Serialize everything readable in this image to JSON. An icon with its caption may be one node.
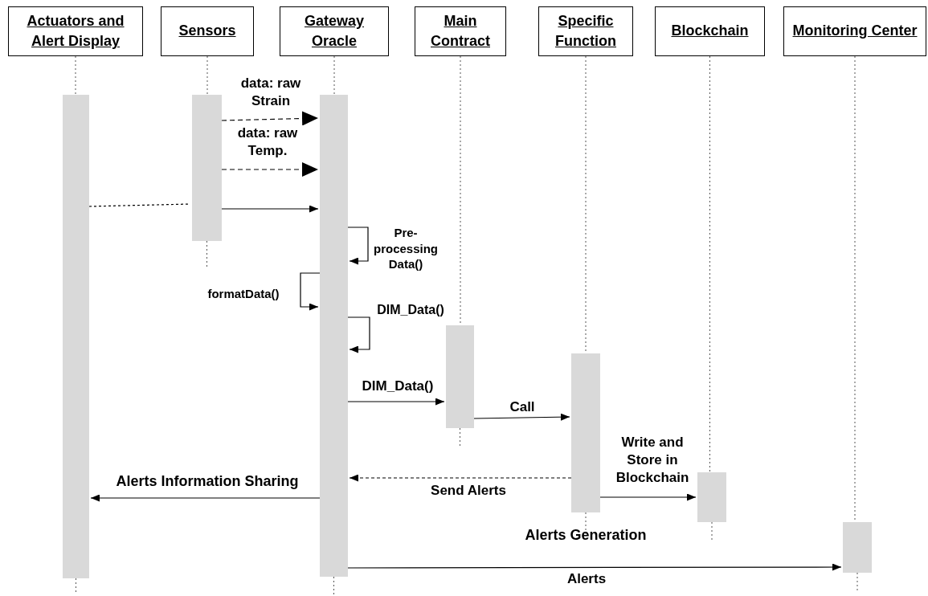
{
  "diagram": {
    "nodes": [
      {
        "text": [
          "Actuators and Alert Display"
        ]
      },
      {
        "text": [
          "Sensors"
        ]
      },
      {
        "text": [
          "Gateway Oracle"
        ]
      },
      {
        "text": [
          "Main Contract"
        ]
      },
      {
        "text": [
          "Specific Function"
        ]
      },
      {
        "text": [
          "Blockchain"
        ]
      },
      {
        "text": [
          "Monitoring Center"
        ]
      },
      {
        "text": [],
        "shape": "bar"
      },
      {
        "text": [],
        "shape": "bar"
      },
      {
        "text": [],
        "shape": "bar"
      },
      {
        "text": [],
        "shape": "bar"
      },
      {
        "text": [],
        "shape": "bar",
        "beside": [
          "Alerts Generation"
        ]
      },
      {
        "text": [],
        "shape": "bar"
      },
      {
        "text": [],
        "shape": "bar"
      }
    ],
    "edges": [
      {
        "from": 8,
        "to": 9,
        "arrow": "to",
        "label": "data: raw Strain",
        "style": "dashed"
      },
      {
        "from": 8,
        "to": 9,
        "arrow": "to",
        "label": "data: raw Temp.",
        "style": "dashed"
      },
      {
        "from": 7,
        "to": 8,
        "arrow": "none",
        "style": "dashed"
      },
      {
        "from": 8,
        "to": 9,
        "arrow": "to"
      },
      {
        "from": 9,
        "to": 9,
        "arrow": "to",
        "label": "Pre-processing Data()"
      },
      {
        "from": 9,
        "to": 9,
        "arrow": "to",
        "label": "formatData()"
      },
      {
        "from": 9,
        "to": 9,
        "arrow": "to",
        "label": "DIM_Data()"
      },
      {
        "from": 9,
        "to": 10,
        "arrow": "to",
        "label": "DIM_Data()"
      },
      {
        "from": 10,
        "to": 11,
        "arrow": "to",
        "label": "Call"
      },
      {
        "from": 11,
        "to": 9,
        "arrow": "to",
        "label": "Send Alerts",
        "style": "dashed"
      },
      {
        "from": 9,
        "to": 7,
        "arrow": "to",
        "label": "Alerts Information Sharing"
      },
      {
        "from": 11,
        "to": 12,
        "arrow": "to",
        "label": "Write and Store in Blockchain"
      },
      {
        "from": 9,
        "to": 13,
        "arrow": "to",
        "label": "Alerts"
      },
      {
        "from": 0,
        "to": 7,
        "arrow": "none",
        "style": "dashed"
      },
      {
        "from": 1,
        "to": 8,
        "arrow": "none",
        "style": "dashed"
      },
      {
        "from": 2,
        "to": 9,
        "arrow": "none",
        "style": "dashed"
      },
      {
        "from": 3,
        "to": 10,
        "arrow": "none",
        "style": "dashed"
      },
      {
        "from": 4,
        "to": 11,
        "arrow": "none",
        "style": "dashed"
      },
      {
        "from": 5,
        "to": 12,
        "arrow": "none",
        "style": "dashed"
      },
      {
        "from": 6,
        "to": 13,
        "arrow": "none",
        "style": "dashed"
      }
    ]
  }
}
